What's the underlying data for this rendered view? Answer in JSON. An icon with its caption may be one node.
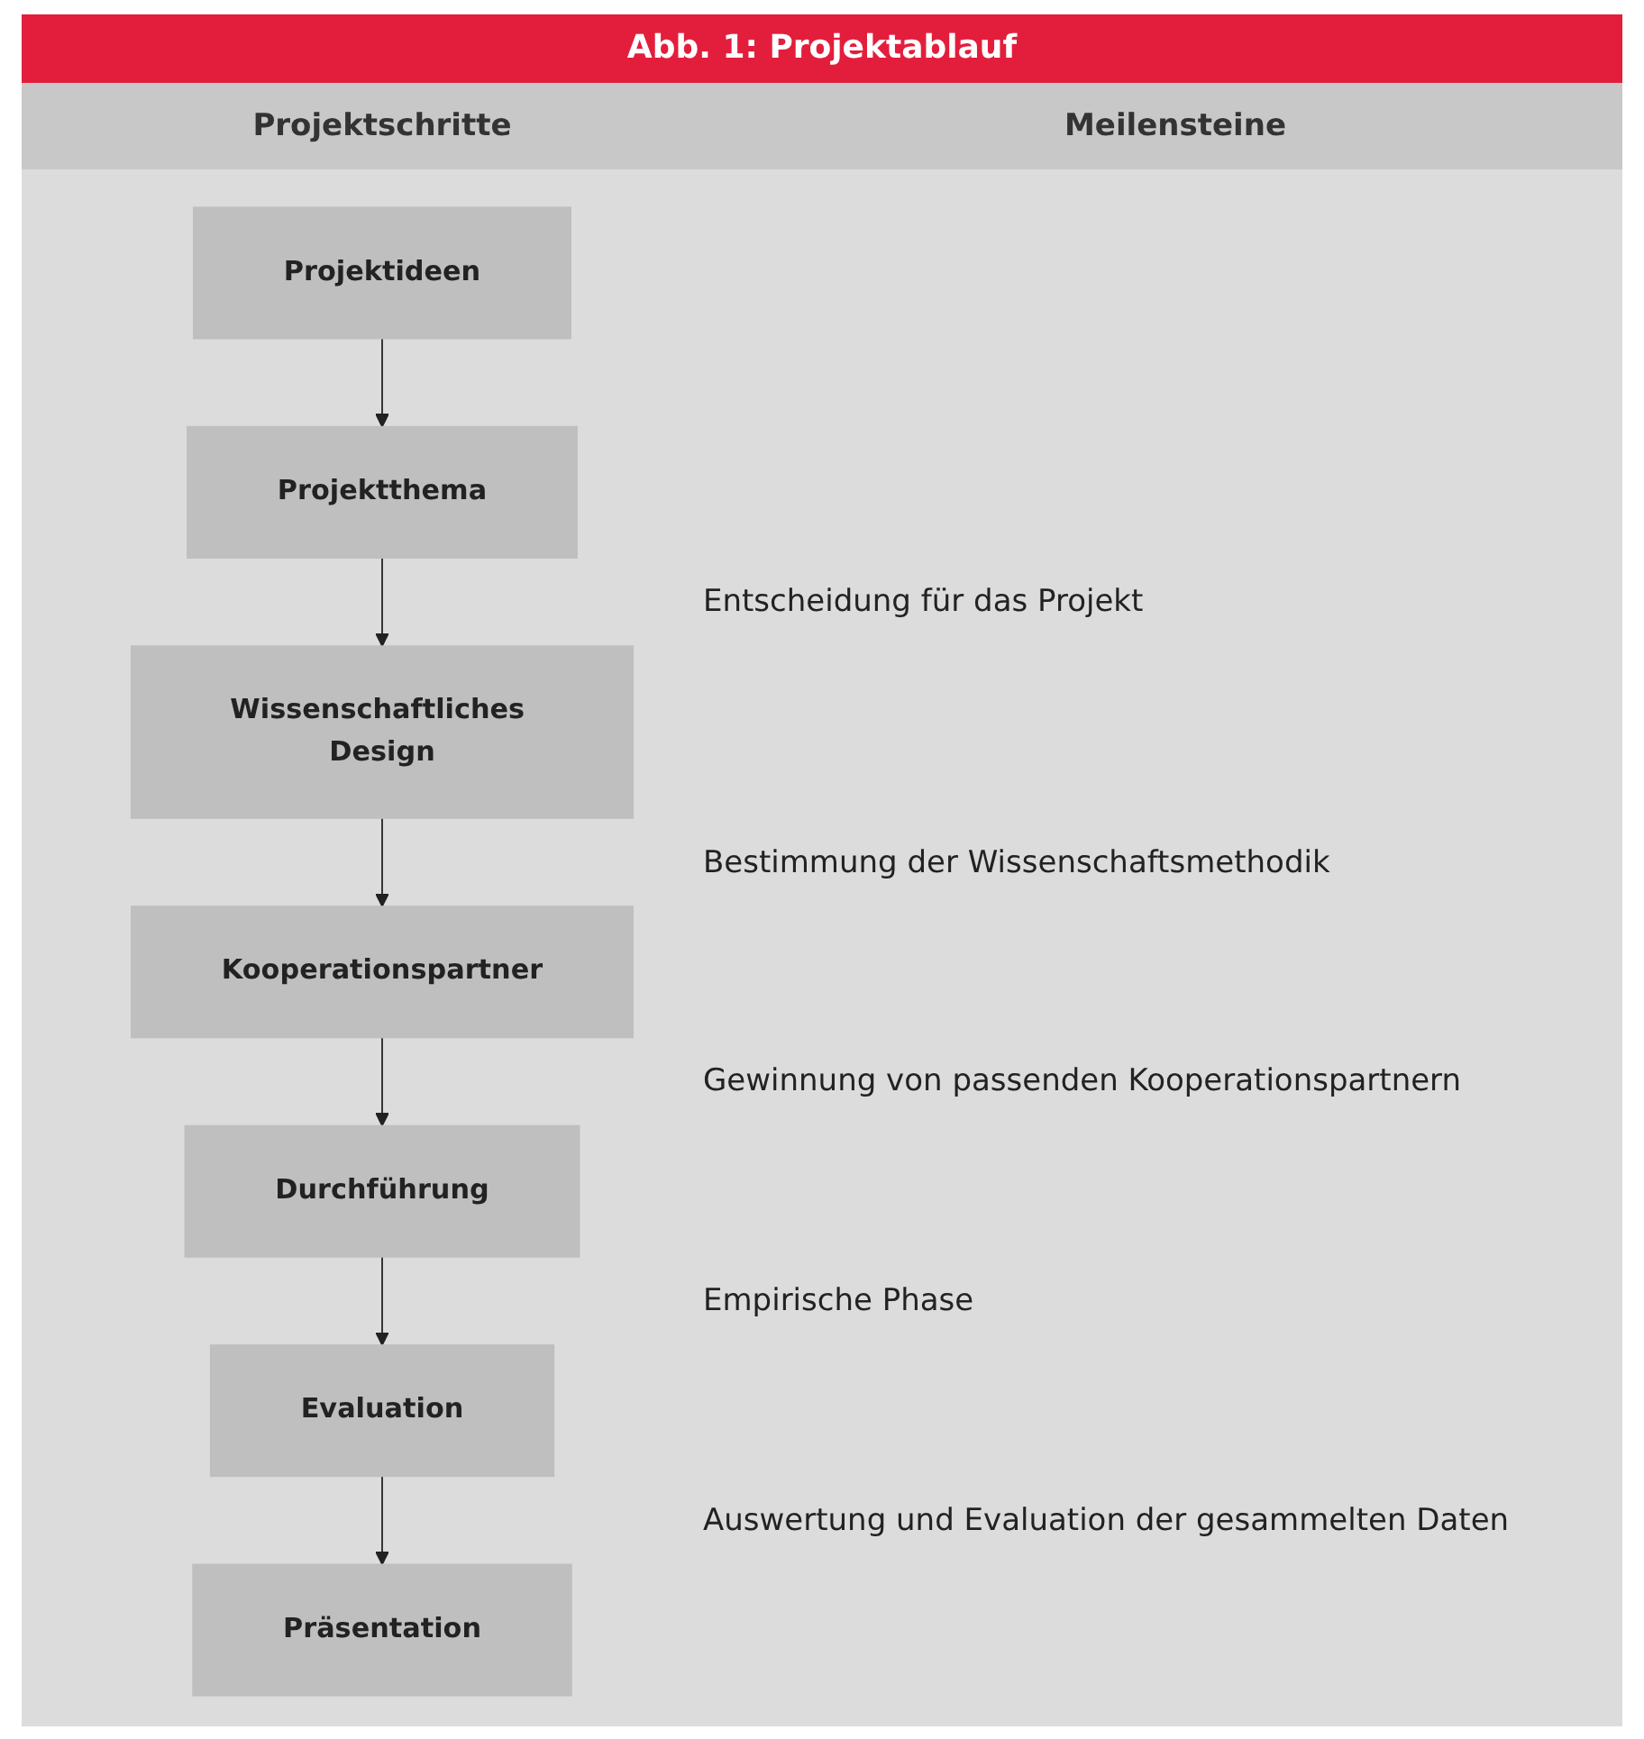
{
  "diagram": {
    "title": "Abb. 1: Projektablauf",
    "nodes": [
      {
        "text": [
          "Projektideen"
        ]
      },
      {
        "text": [
          "Projektthema"
        ]
      },
      {
        "text": [
          "Wissenschaftliches Design"
        ]
      },
      {
        "text": [
          "Kooperationspartner"
        ]
      },
      {
        "text": [
          "Durchführung"
        ]
      },
      {
        "text": [
          "Evaluation"
        ]
      },
      {
        "text": [
          "Präsentation"
        ]
      }
    ],
    "edges": [
      {
        "from": 0,
        "to": 1,
        "arrow": "to"
      },
      {
        "from": 1,
        "to": 2,
        "arrow": "to"
      },
      {
        "from": 2,
        "to": 3,
        "arrow": "to"
      },
      {
        "from": 3,
        "to": 4,
        "arrow": "to"
      },
      {
        "from": 4,
        "to": 5,
        "arrow": "to"
      },
      {
        "from": 5,
        "to": 6,
        "arrow": "to"
      }
    ],
    "labels": [
      "Projektschritte",
      "Meilensteine",
      "Entscheidung für das Projekt",
      "Bestimmung der Wissenschaftsmethodik",
      "Gewinnung von passenden Kooperationspartnern",
      "Empirische Phase",
      "Auswertung und Evaluation der gesammelten Daten"
    ]
  }
}
